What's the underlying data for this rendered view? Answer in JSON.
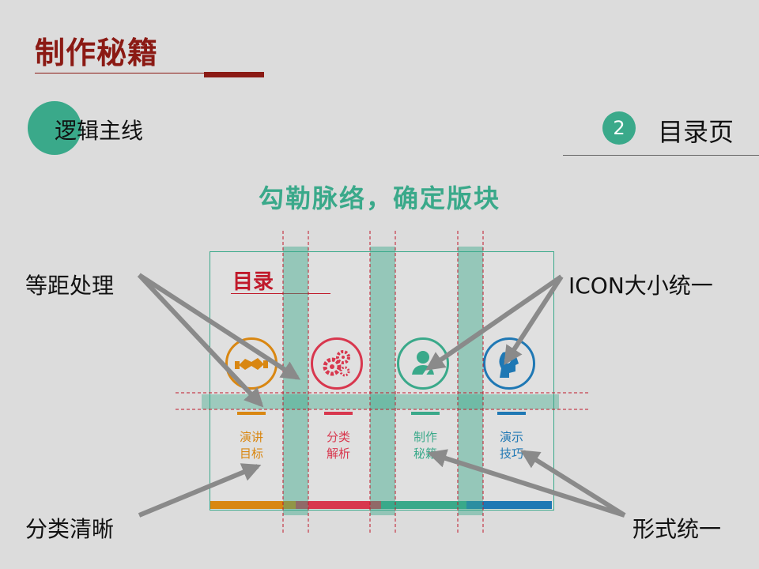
{
  "slide": {
    "title": "制作秘籍",
    "section_label": "逻辑主线",
    "page_number": "2",
    "page_label": "目录页",
    "subtitle": "勾勒脉络，确定版块"
  },
  "card": {
    "title": "目录",
    "items": [
      {
        "label": "演讲\n目标",
        "color": "#d98712",
        "icon": "handshake-icon"
      },
      {
        "label": "分类\n解析",
        "color": "#d8374e",
        "icon": "gears-icon"
      },
      {
        "label": "制作\n秘籍",
        "color": "#3aa98a",
        "icon": "user-edit-icon"
      },
      {
        "label": "演示\n技巧",
        "color": "#1f78b4",
        "icon": "speaker-head-icon"
      }
    ]
  },
  "callouts": {
    "equal_spacing": "等距处理",
    "icon_size": "ICON大小统一",
    "clear_categories": "分类清晰",
    "unified_form": "形式统一"
  },
  "colors": {
    "title": "#8b1a14",
    "accent_green": "#3aa98a",
    "guide_red": "#c0192a",
    "arrow_gray": "#8a8a8a"
  }
}
